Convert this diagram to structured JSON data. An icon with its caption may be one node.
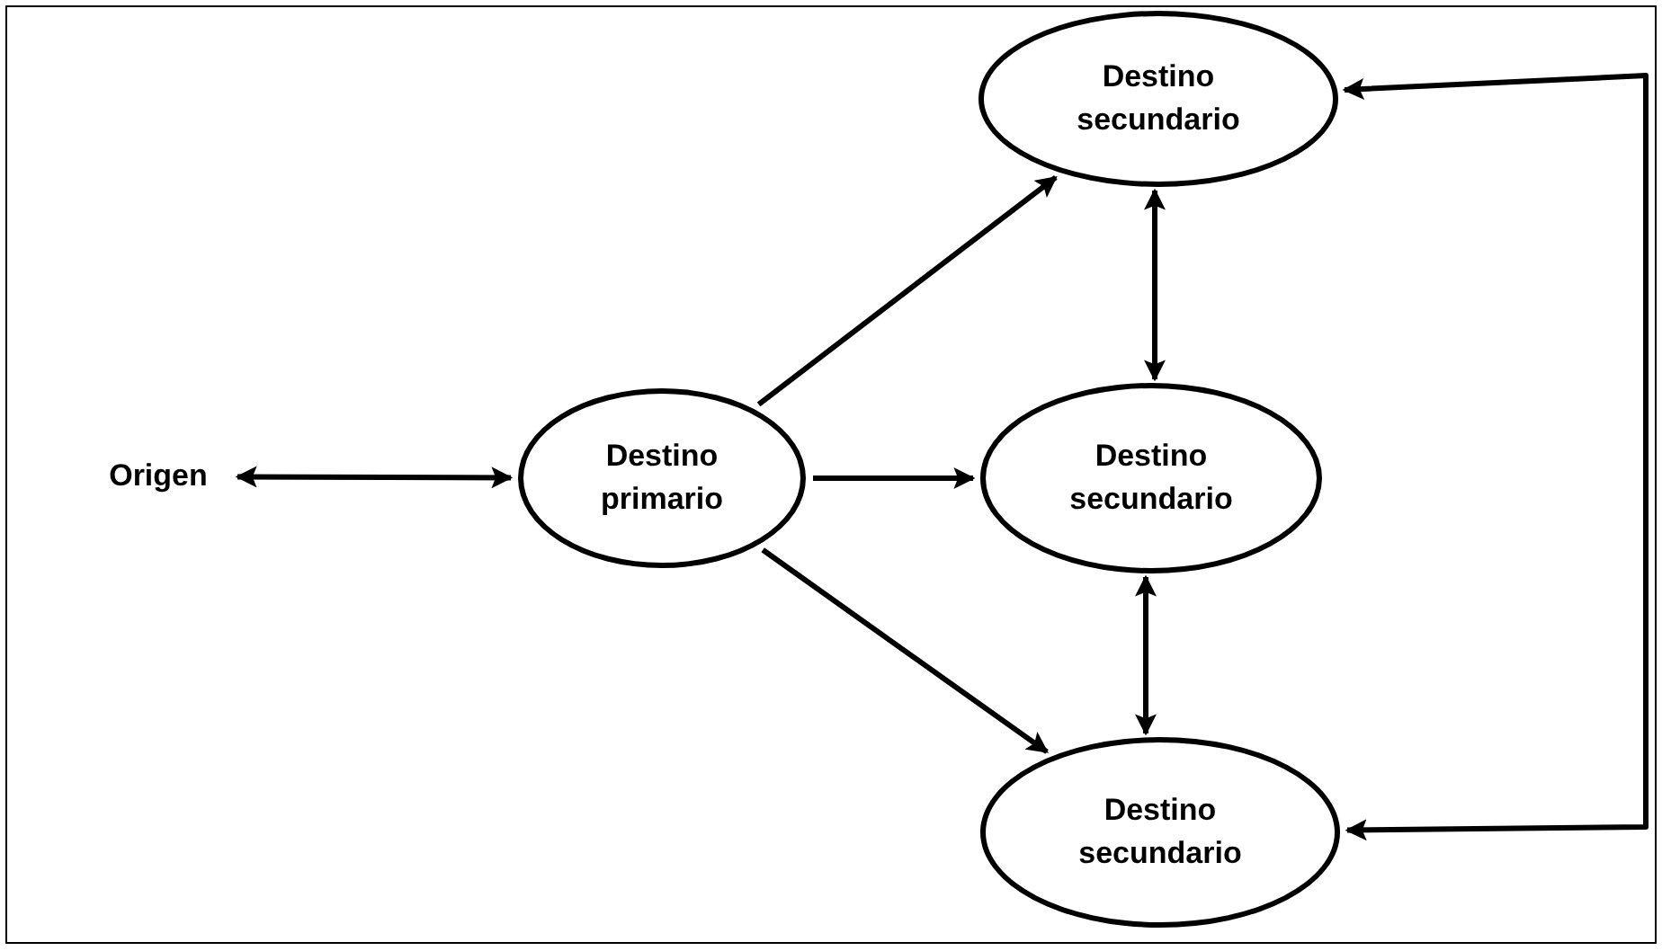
{
  "diagram": {
    "nodes": [
      {
        "text": [
          "Origen"
        ]
      },
      {
        "text": [
          "Destino primario"
        ]
      },
      {
        "text": [
          "Destino secundario"
        ]
      },
      {
        "text": [
          "Destino secundario"
        ]
      },
      {
        "text": [
          "Destino secundario"
        ]
      }
    ],
    "edges": [
      {
        "from": 0,
        "to": 1,
        "arrow": "both"
      },
      {
        "from": 1,
        "to": 2,
        "arrow": "to"
      },
      {
        "from": 1,
        "to": 3,
        "arrow": "to"
      },
      {
        "from": 1,
        "to": 4,
        "arrow": "to"
      },
      {
        "from": 2,
        "to": 3,
        "arrow": "both"
      },
      {
        "from": 3,
        "to": 4,
        "arrow": "both"
      },
      {
        "from": 4,
        "to": 2,
        "arrow": "both"
      }
    ]
  }
}
